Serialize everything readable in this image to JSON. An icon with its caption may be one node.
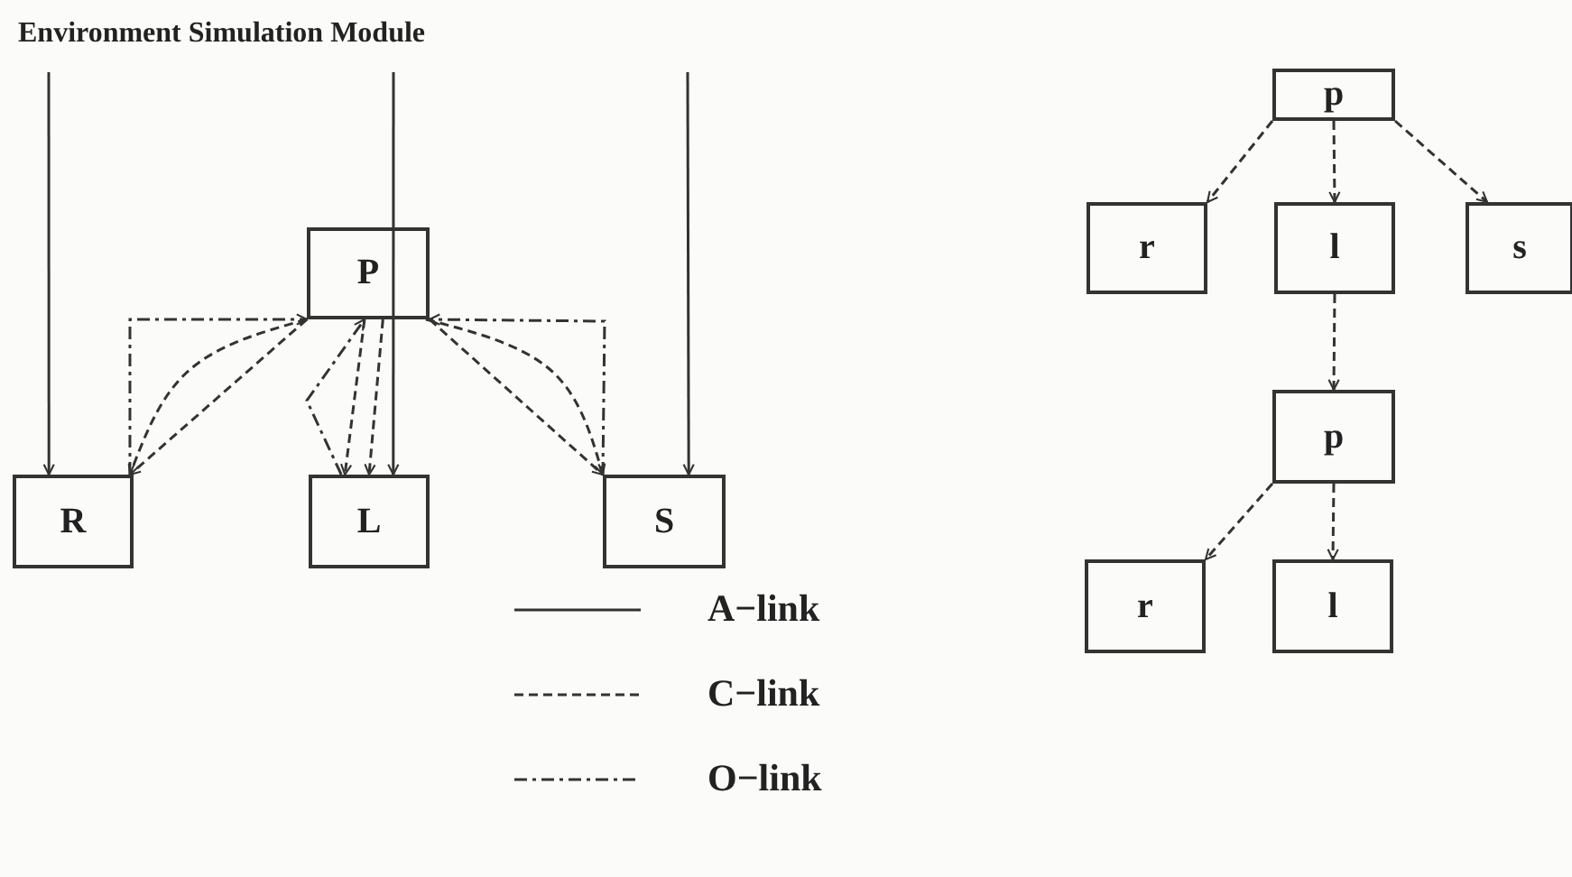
{
  "diagram": {
    "title": "Environment Simulation Module",
    "nodes": [
      {
        "text": [
          "P"
        ]
      },
      {
        "text": [
          "R"
        ]
      },
      {
        "text": [
          "L"
        ]
      },
      {
        "text": [
          "S"
        ]
      },
      {
        "text": [
          "p"
        ]
      },
      {
        "text": [
          "r"
        ]
      },
      {
        "text": [
          "l"
        ]
      },
      {
        "text": [
          "s"
        ]
      },
      {
        "text": [
          "p"
        ]
      },
      {
        "text": [
          "r"
        ]
      },
      {
        "text": [
          "l"
        ]
      }
    ],
    "edges": [
      {
        "from": null,
        "to": 1,
        "arrow": "to"
      },
      {
        "from": null,
        "to": 2,
        "arrow": "to"
      },
      {
        "from": null,
        "to": 3,
        "arrow": "to"
      },
      {
        "from": 1,
        "to": 0,
        "arrow": "to",
        "style": "dashed"
      },
      {
        "from": 0,
        "to": 1,
        "arrow": "to",
        "style": "dashed"
      },
      {
        "from": 0,
        "to": 1,
        "arrow": "to",
        "style": "dashed"
      },
      {
        "from": 2,
        "to": 0,
        "arrow": "to",
        "style": "dashed"
      },
      {
        "from": 0,
        "to": 2,
        "arrow": "to",
        "style": "dashed"
      },
      {
        "from": 0,
        "to": 2,
        "arrow": "to",
        "style": "dashed"
      },
      {
        "from": 3,
        "to": 0,
        "arrow": "to",
        "style": "dashed"
      },
      {
        "from": 0,
        "to": 3,
        "arrow": "to",
        "style": "dashed"
      },
      {
        "from": 0,
        "to": 3,
        "arrow": "to",
        "style": "dashed"
      },
      {
        "from": 4,
        "to": 5,
        "arrow": "to",
        "style": "dashed"
      },
      {
        "from": 4,
        "to": 6,
        "arrow": "to",
        "style": "dashed"
      },
      {
        "from": 4,
        "to": 7,
        "arrow": "to",
        "style": "dashed"
      },
      {
        "from": 6,
        "to": 8,
        "arrow": "to",
        "style": "dashed"
      },
      {
        "from": 8,
        "to": 9,
        "arrow": "to",
        "style": "dashed"
      },
      {
        "from": 8,
        "to": 10,
        "arrow": "to",
        "style": "dashed"
      }
    ],
    "legend": [
      {
        "text": "A−link"
      },
      {
        "text": "C−link"
      },
      {
        "text": "O−link"
      }
    ]
  }
}
